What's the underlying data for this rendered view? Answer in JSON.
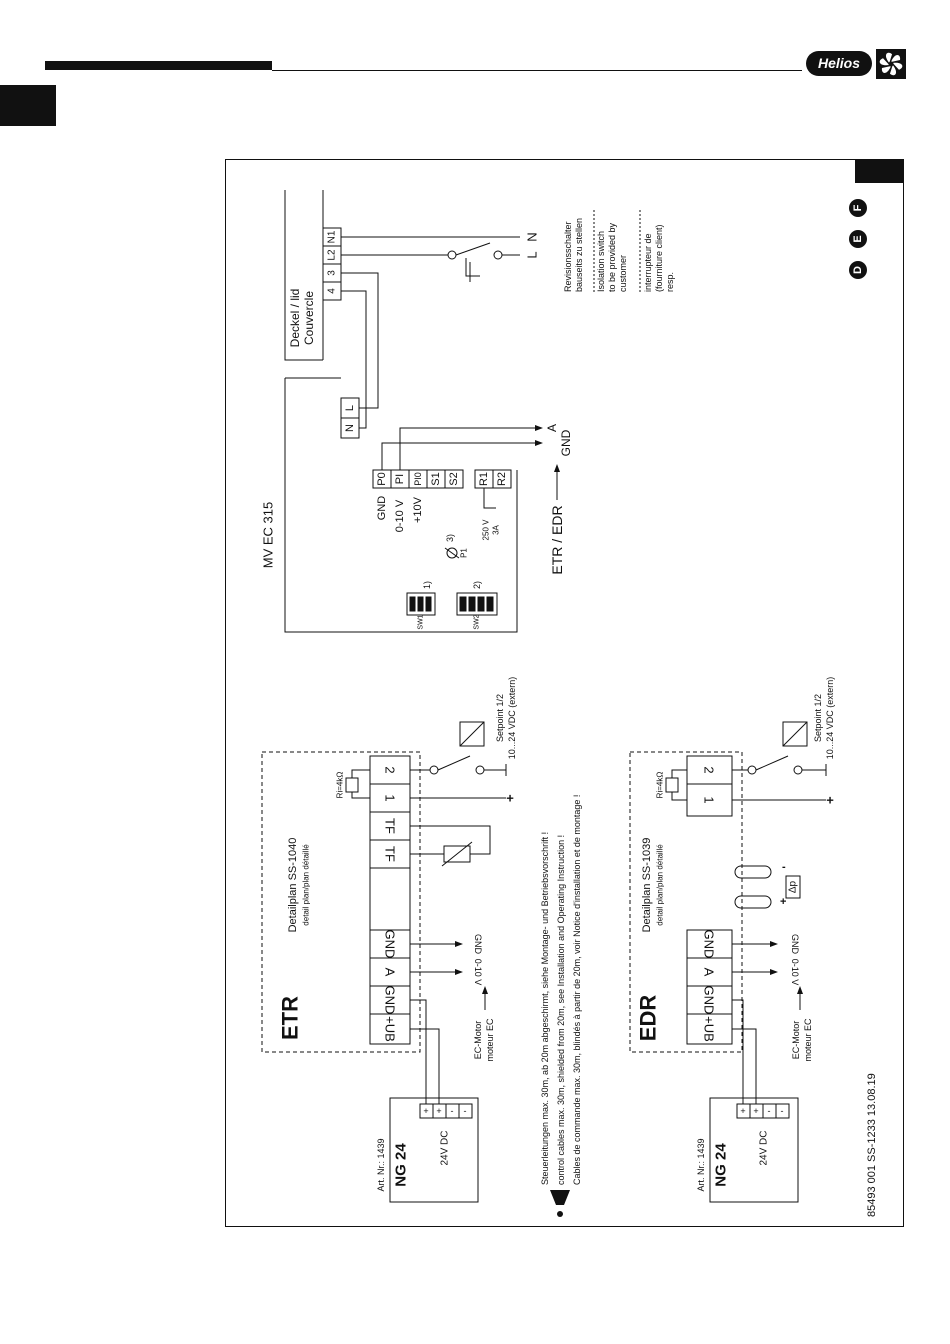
{
  "header": {
    "brand": "Helios"
  },
  "language_badges": [
    "D",
    "E",
    "F"
  ],
  "mains": {
    "terminals": [
      "N1",
      "L2",
      "3",
      "4"
    ],
    "line_labels": [
      "N",
      "L"
    ],
    "lid_label": "Deckel / lid",
    "lid_label_fr": "Couvercle",
    "switch_note_de": [
      "Revisionsschalter",
      "bauseits zu stellen"
    ],
    "switch_note_en": [
      "Isolation switch",
      "to be provided by",
      "customer"
    ],
    "switch_note_fr": [
      "interrupteur de",
      "(fourniture client)",
      "resp."
    ]
  },
  "controller": {
    "name": "MV EC 315",
    "power_terminals": [
      "N",
      "L"
    ],
    "terminals": [
      "P0",
      "PI",
      "PI0",
      "S1",
      "S2",
      "R1",
      "R2"
    ],
    "terminal_labels": [
      "GND",
      "0-10 V",
      "+10V"
    ],
    "out_labels": [
      "A",
      "GND"
    ],
    "relay_rating": [
      "250 V",
      "3A"
    ],
    "pot_label": "P1",
    "pot_note": "3)",
    "sw1_label": "SW1",
    "sw1_note": "1)",
    "sw2_label": "SW2",
    "sw2_note": "2)",
    "etr_edr": "ETR / EDR"
  },
  "etr": {
    "title": "ETR",
    "detail": "Detailplan SS-1040",
    "detail_sub": "detail plan/plan détaillé",
    "terminals": [
      "+UB",
      "GND",
      "A",
      "GND",
      "TF",
      "TF",
      "1",
      "2"
    ],
    "resistor": "Ri=4kΩ",
    "signal_labels": [
      "GND",
      "0-10 V"
    ],
    "motor_label": [
      "EC-Motor",
      "moteur EC"
    ],
    "setpoint": [
      "Setpoint 1/2",
      "10...24 VDC (extern)"
    ]
  },
  "edr": {
    "title": "EDR",
    "detail": "Detailplan SS-1039",
    "detail_sub": "detail plan/plan détaillé",
    "terminals": [
      "+UB",
      "GND",
      "A",
      "GND",
      "1",
      "2"
    ],
    "resistor": "Ri=4kΩ",
    "signal_labels": [
      "GND",
      "0-10 V"
    ],
    "motor_label": [
      "EC-Motor",
      "moteur EC"
    ],
    "setpoint": [
      "Setpoint 1/2",
      "10...24 VDC (extern)"
    ],
    "pressure_label": "Δp"
  },
  "psu": {
    "art": "Art. Nr.: 1439",
    "name": "NG 24",
    "voltage": "24V DC",
    "terminals": [
      "+",
      "+",
      "-",
      "-"
    ]
  },
  "notice": {
    "de": "Steuerleitungen max. 30m, ab 20m abgeschirmt, siehe Montage- und Betriebsvorschrift !",
    "en": "control cables max. 30m, shielded from 20m, see Installation and Operating Instruction !",
    "fr": "Cables de commande max. 30m, blindés à partir de 20m, voir Notice d'installation et de montage !"
  },
  "footer": {
    "code": "85493 001   SS-1233   13.08.19"
  },
  "colors": {
    "ink": "#111111",
    "paper": "#ffffff"
  }
}
